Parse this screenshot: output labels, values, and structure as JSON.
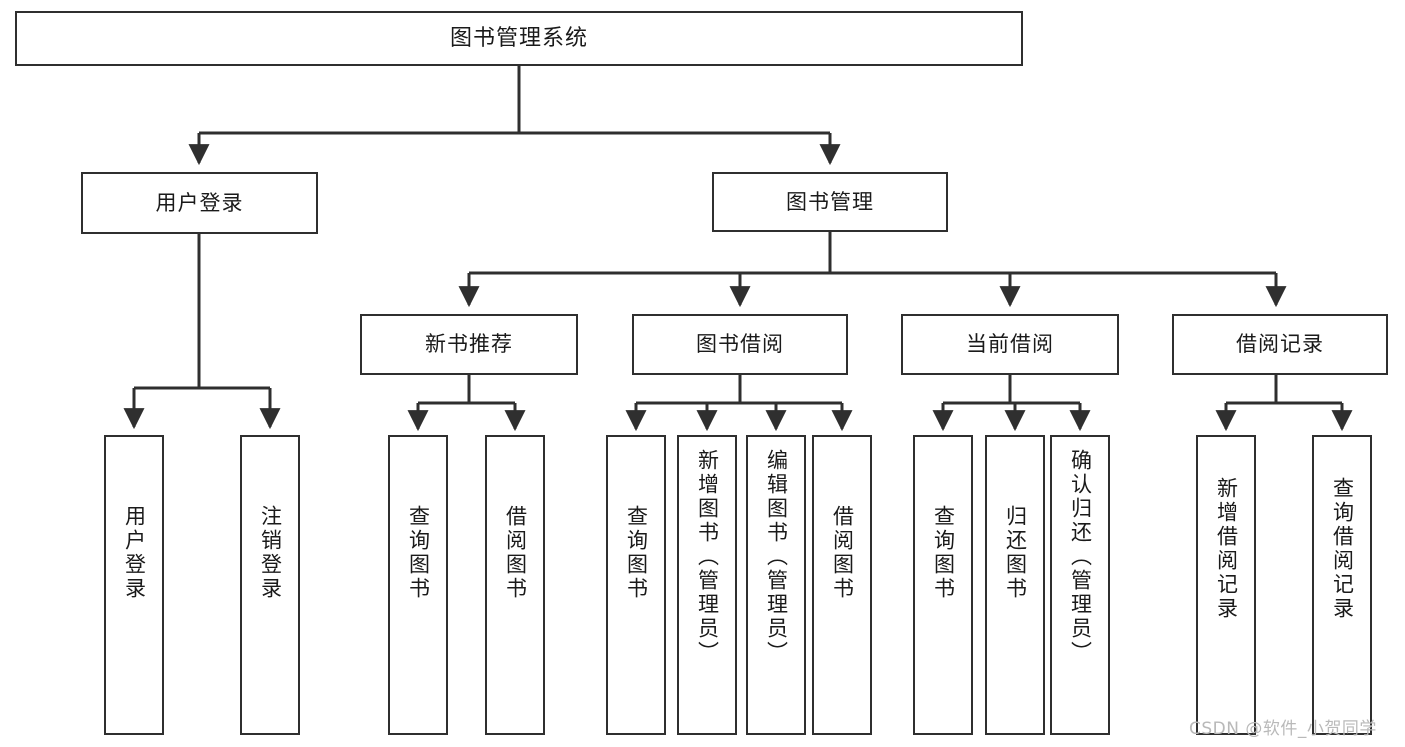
{
  "diagram": {
    "type": "tree",
    "title": "图书管理系统",
    "watermark": "CSDN @软件_小贺同学",
    "colors": {
      "background": "#ffffff",
      "stroke": "#2f2f2f",
      "text": "#1a1a1a",
      "watermark": "#b9b9b9"
    },
    "root": {
      "label": "图书管理系统"
    },
    "level2": [
      {
        "label": "用户登录"
      },
      {
        "label": "图书管理"
      }
    ],
    "level3": [
      {
        "label": "新书推荐"
      },
      {
        "label": "图书借阅"
      },
      {
        "label": "当前借阅"
      },
      {
        "label": "借阅记录"
      }
    ],
    "leaves": {
      "user_login": [
        {
          "label": "用户登录"
        },
        {
          "label": "注销登录"
        }
      ],
      "new_book_recommend": [
        {
          "label": "查询图书"
        },
        {
          "label": "借阅图书"
        }
      ],
      "book_borrow": [
        {
          "label": "查询图书"
        },
        {
          "label": "新增图书（管理员）"
        },
        {
          "label": "编辑图书（管理员）"
        },
        {
          "label": "借阅图书"
        }
      ],
      "current_borrow": [
        {
          "label": "查询图书"
        },
        {
          "label": "归还图书"
        },
        {
          "label": "确认归还（管理员）"
        }
      ],
      "borrow_record": [
        {
          "label": "新增借阅记录"
        },
        {
          "label": "查询借阅记录"
        }
      ]
    }
  }
}
